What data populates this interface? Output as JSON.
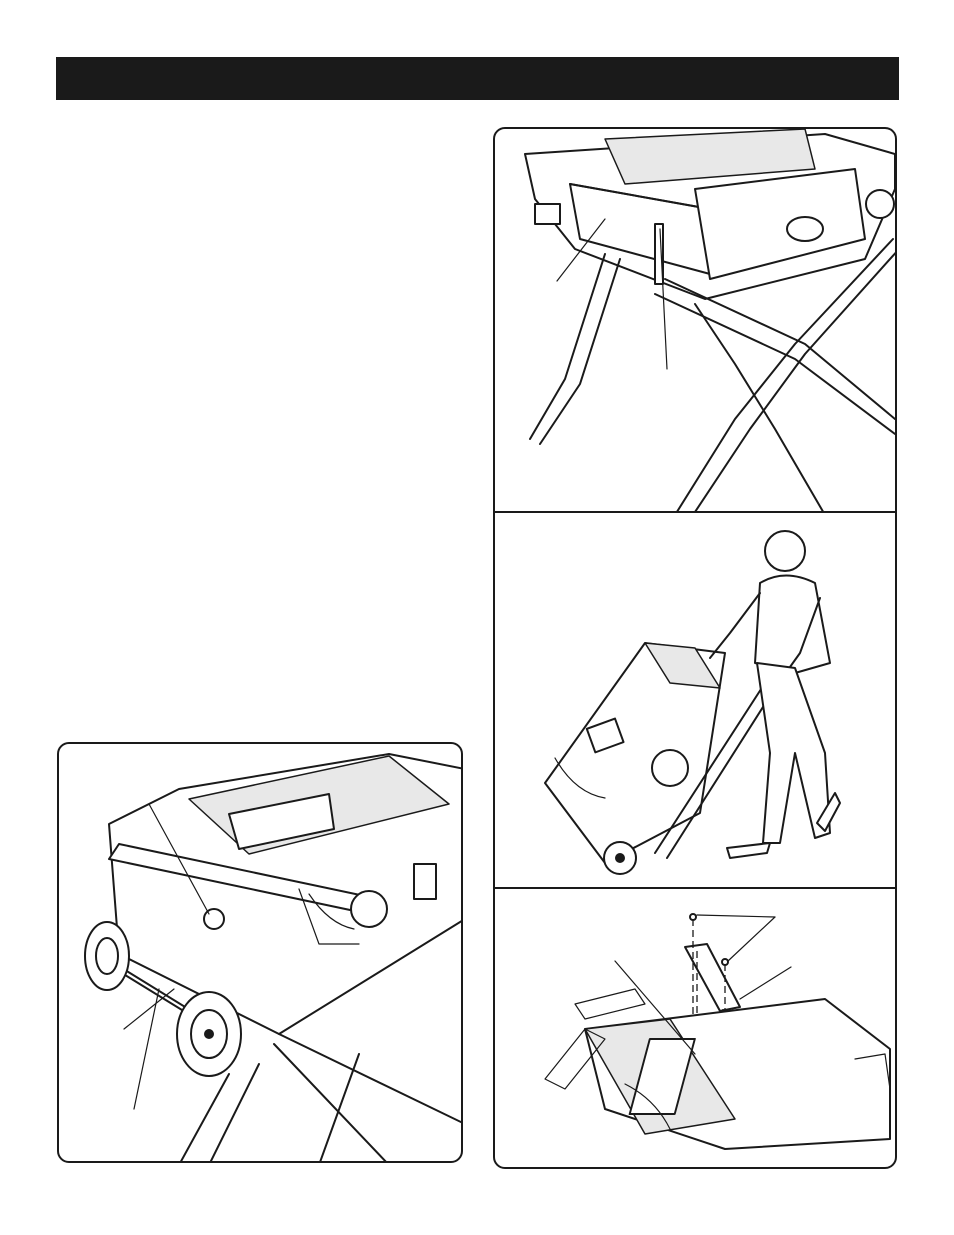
{
  "page": {
    "header_text": "",
    "background": "#ffffff",
    "ink_color": "#1a1a1a"
  },
  "figures": [
    {
      "id": "stand-legs",
      "description_visible": false
    },
    {
      "id": "transport",
      "description_visible": false
    },
    {
      "id": "blade-plate",
      "description_visible": false
    },
    {
      "id": "wheel-assembly",
      "description_visible": false
    }
  ]
}
